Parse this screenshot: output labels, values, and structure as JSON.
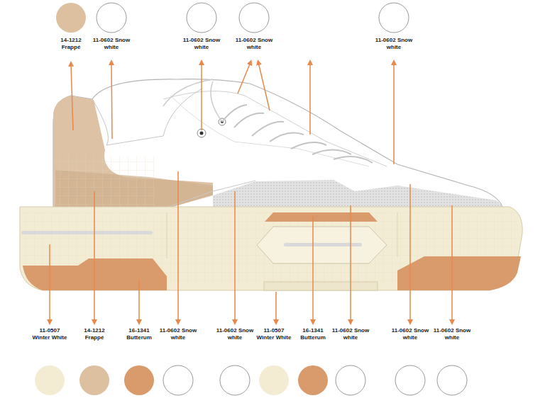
{
  "diagram": {
    "labels": [
      "14-1212 Frappé",
      "11-0602 Snow white",
      "11-0602 Snow white",
      "11-0602 Snow white",
      "11-0602 Snow white",
      "11-0507 Winter White",
      "14-1212 Frappé",
      "16-1341 Butterum",
      "11-0602 Snow white",
      "11-0602 Snow white",
      "11-0507 Winter White",
      "16-1341 Butterum",
      "11-0602 Snow white",
      "11-0602 Snow white",
      "11-0602 Snow white"
    ]
  }
}
